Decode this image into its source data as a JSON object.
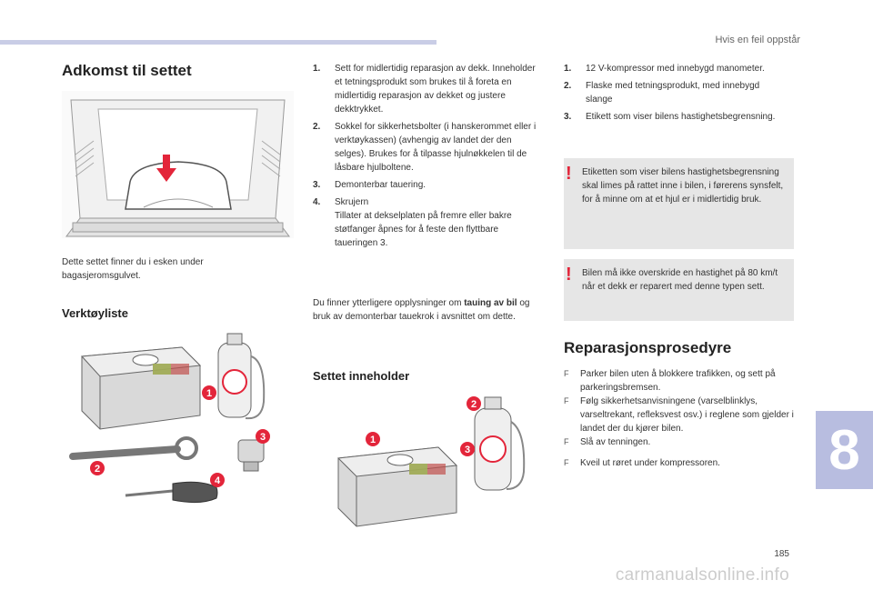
{
  "header": {
    "chapter_title": "Hvis en feil oppstår"
  },
  "chapter_tab": "8",
  "page_number": "185",
  "watermark": "carmanualsonline.info",
  "section1": {
    "title": "Adkomst til settet",
    "caption": "Dette settet finner du i esken under bagasjeromsgulvet."
  },
  "toollist": {
    "title": "Verktøyliste",
    "callouts": [
      "1",
      "2",
      "3",
      "4"
    ]
  },
  "middle": {
    "items": [
      {
        "num": "1.",
        "text": "Sett for midlertidig reparasjon av dekk. Inneholder et tetningsprodukt som brukes til å foreta en midlertidig reparasjon av dekket og justere dekktrykket."
      },
      {
        "num": "2.",
        "text": "Sokkel for sikkerhetsbolter (i hanskerommet eller i verktøykassen) (avhengig av landet der den selges). Brukes for å tilpasse hjulnøkkelen til de låsbare hjulboltene."
      },
      {
        "num": "3.",
        "text": "Demonterbar tauering."
      },
      {
        "num": "4.",
        "text": "Skrujern\nTillater at dekselplaten på fremre eller bakre støtfanger åpnes for å feste den flyttbare taueringen 3."
      }
    ],
    "note_before": "Du finner ytterligere opplysninger om ",
    "note_bold": "tauing av bil",
    "note_after": " og bruk av demonterbar tauekrok i avsnittet om dette."
  },
  "contents": {
    "title": "Settet inneholder",
    "callouts": [
      "1",
      "2",
      "3"
    ]
  },
  "right": {
    "items": [
      {
        "num": "1.",
        "text": "12 V-kompressor med innebygd manometer."
      },
      {
        "num": "2.",
        "text": "Flaske med tetningsprodukt, med innebygd slange"
      },
      {
        "num": "3.",
        "text": "Etikett som viser bilens hastighetsbegrensning."
      }
    ],
    "warning1": "Etiketten som viser bilens hastighetsbegrensning skal limes på rattet inne i bilen, i førerens synsfelt, for å minne om at et hjul er i midlertidig bruk.",
    "warning2": "Bilen må ikke overskride en hastighet på 80 km/t når et dekk er reparert med denne typen sett.",
    "warning_mark": "!",
    "procedure_title": "Reparasjonsprosedyre",
    "steps": [
      "Parker bilen uten å blokkere trafikken, og sett på parkeringsbremsen.",
      "Følg sikkerhetsanvisningene (varselblinklys, varseltrekant, refleksvest osv.) i reglene som gjelder i landet der du kjører bilen.",
      "Slå av tenningen.",
      "Kveil ut røret under kompressoren."
    ],
    "step_glyph": "F"
  },
  "colors": {
    "accent_red": "#e3253a",
    "tab_blue": "#b8bde0",
    "warn_bg": "#e6e6e6"
  }
}
